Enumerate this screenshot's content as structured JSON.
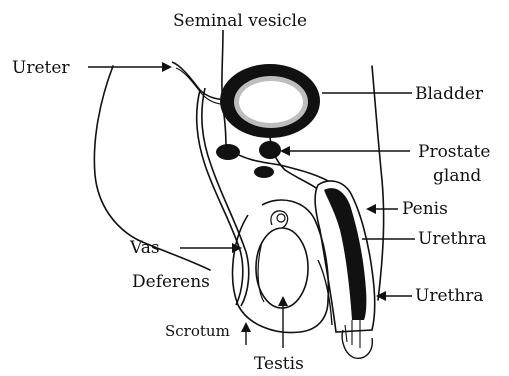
{
  "labels": {
    "seminal_vesicle": "Seminal vesicle",
    "ureter": "Ureter",
    "bladder": "Bladder",
    "prostate_line1": "Prostate",
    "prostate_line2": "gland",
    "penis": "Penis",
    "urethra_upper": "Urethra",
    "vas_line1": "Vas",
    "vas_line2": "Deferens",
    "urethra_lower": "Urethra",
    "scrotum": "Scrotum",
    "testis": "Testis"
  },
  "colors": {
    "ink": "#111111",
    "background": "#ffffff",
    "bladder_lining": "#bdbdbd"
  }
}
